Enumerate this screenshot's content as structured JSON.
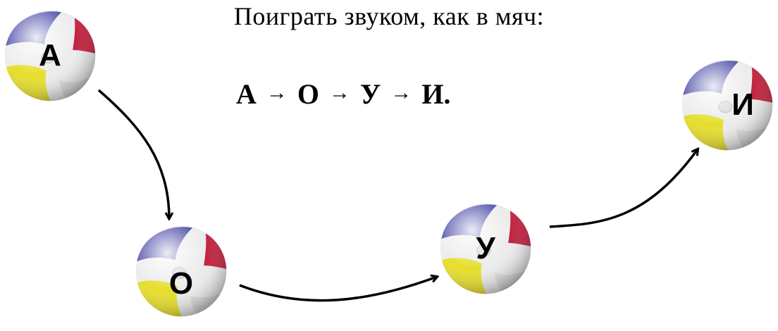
{
  "title": "Поиграть звуком, как в мяч:",
  "sequence": {
    "items": [
      "А",
      "О",
      "У",
      "И."
    ],
    "arrow": "→"
  },
  "balls": [
    {
      "letter": "А"
    },
    {
      "letter": "О"
    },
    {
      "letter": "У"
    },
    {
      "letter": "И"
    }
  ],
  "colors": {
    "blue": "#4a4aa8",
    "red": "#c0203c",
    "yellow": "#e8e030",
    "white": "#f2f2f2"
  }
}
